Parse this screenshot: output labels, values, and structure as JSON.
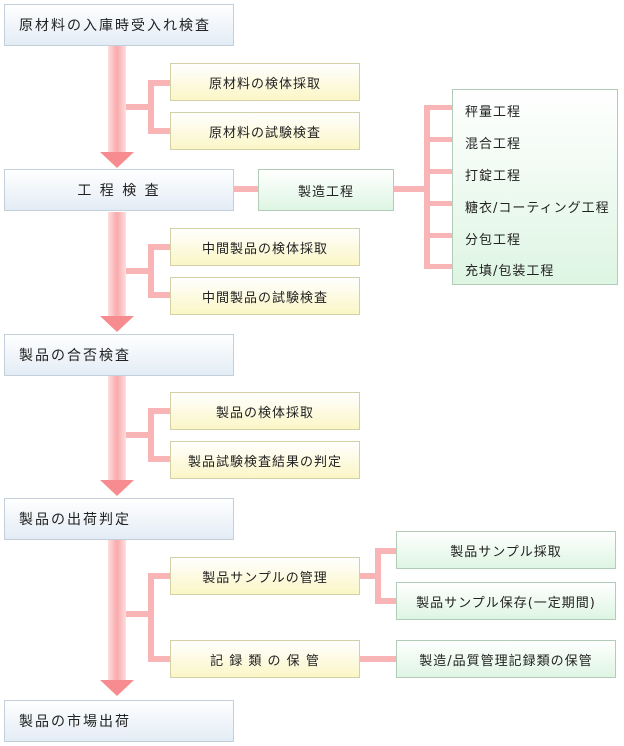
{
  "steps": [
    "原材料の入庫時受入れ検査",
    "工 程 検 査",
    "製品の合否検査",
    "製品の出荷判定",
    "製品の市場出荷"
  ],
  "sub1": [
    "原材料の検体採取",
    "原材料の試験検査"
  ],
  "process": {
    "label": "製造工程",
    "items": [
      "秤量工程",
      "混合工程",
      "打錠工程",
      "糖衣/コーティング工程",
      "分包工程",
      "充填/包装工程"
    ]
  },
  "sub2": [
    "中間製品の検体採取",
    "中間製品の試験検査"
  ],
  "sub3": [
    "製品の検体採取",
    "製品試験検査結果の判定"
  ],
  "sub4": {
    "sample_mgmt": "製品サンプルの管理",
    "records": "記 録 類 の 保 管",
    "sample_collect": "製品サンプル採取",
    "sample_keep": "製品サンプル保存(一定期間)",
    "records_keep": "製造/品質管理記録類の保管"
  },
  "colors": {
    "connector": "#f9b4b6",
    "arrow": "#f68c8f",
    "main_border": "#c3cfdb",
    "sub_fill": "#fbf6c6",
    "mint_fill": "#def5e3"
  }
}
